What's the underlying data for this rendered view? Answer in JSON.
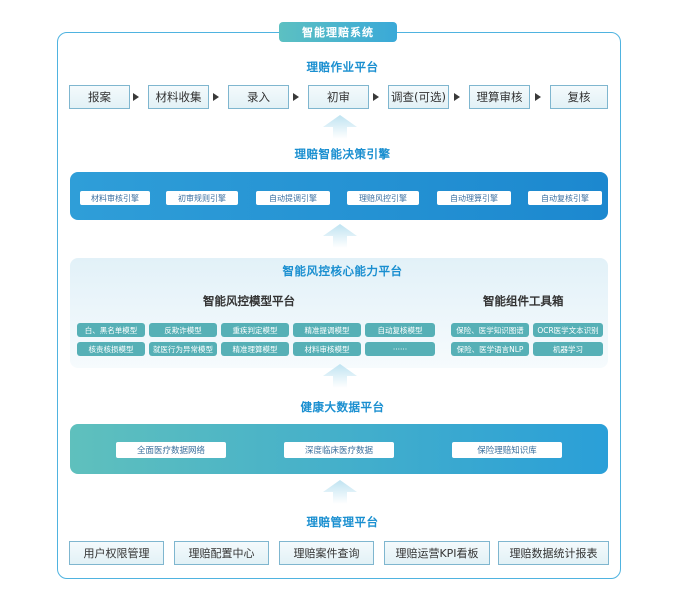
{
  "system_title": "智能理赔系统",
  "sections": {
    "workflow": "理赔作业平台",
    "engine": "理赔智能决策引擎",
    "core": "智能风控核心能力平台",
    "data": "健康大数据平台",
    "mgmt": "理赔管理平台"
  },
  "workflow_steps": [
    "报案",
    "材料收集",
    "录入",
    "初审",
    "调查(可选)",
    "理算审核",
    "复核"
  ],
  "engines": [
    "材料审核引擎",
    "初审规则引擎",
    "自动提调引擎",
    "理赔风控引擎",
    "自动理算引擎",
    "自动复核引擎"
  ],
  "core": {
    "model_title": "智能风控模型平台",
    "tools_title": "智能组件工具箱",
    "models": [
      "白、黑名单模型",
      "反欺诈模型",
      "重疾判定模型",
      "精准提调模型",
      "自动复核模型",
      "核责核损模型",
      "就医行为异常模型",
      "精准理算模型",
      "材料审核模型",
      "······"
    ],
    "tools": [
      "保险、医学知识图谱",
      "OCR医学文本识别",
      "保险、医学语言NLP",
      "机器学习"
    ]
  },
  "data_items": [
    "全面医疗数据网络",
    "深度临床医疗数据",
    "保险理赔知识库"
  ],
  "mgmt_items": [
    "用户权限管理",
    "理赔配置中心",
    "理赔案件查询",
    "理赔运营KPI看板",
    "理赔数据统计报表"
  ],
  "colors": {
    "accent": "#1a8fd0",
    "teal": "#56b0b6",
    "border": "#4fb3e0"
  }
}
